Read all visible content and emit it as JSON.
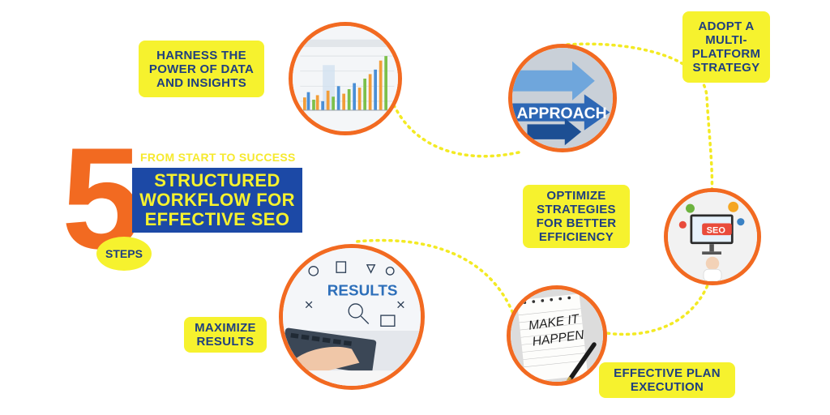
{
  "header": {
    "number": "5",
    "subtitle": "FROM START TO SUCCESS",
    "title": "STRUCTURED\nWORKFLOW FOR\nEFFECTIVE SEO",
    "steps": "STEPS"
  },
  "steps": [
    {
      "label": "HARNESS THE\nPOWER OF DATA\nAND INSIGHTS"
    },
    {
      "label": "ADOPT A\nMULTI-\nPLATFORM\nSTRATEGY"
    },
    {
      "label": "OPTIMIZE\nSTRATEGIES\nFOR BETTER\nEFFICIENCY"
    },
    {
      "label": "EFFECTIVE PLAN\nEXECUTION"
    },
    {
      "label": "MAXIMIZE\nRESULTS"
    }
  ],
  "images": {
    "approach_text": "APPROACH",
    "seo_text": "SEO",
    "make_it_happen": "MAKE IT\nHAPPEN",
    "results_text": "RESULTS"
  },
  "colors": {
    "accent_orange": "#f26a21",
    "label_yellow": "#f6f22e",
    "label_text": "#1f3f7f",
    "title_box": "#1c49a6",
    "connector": "#f3ea23"
  }
}
